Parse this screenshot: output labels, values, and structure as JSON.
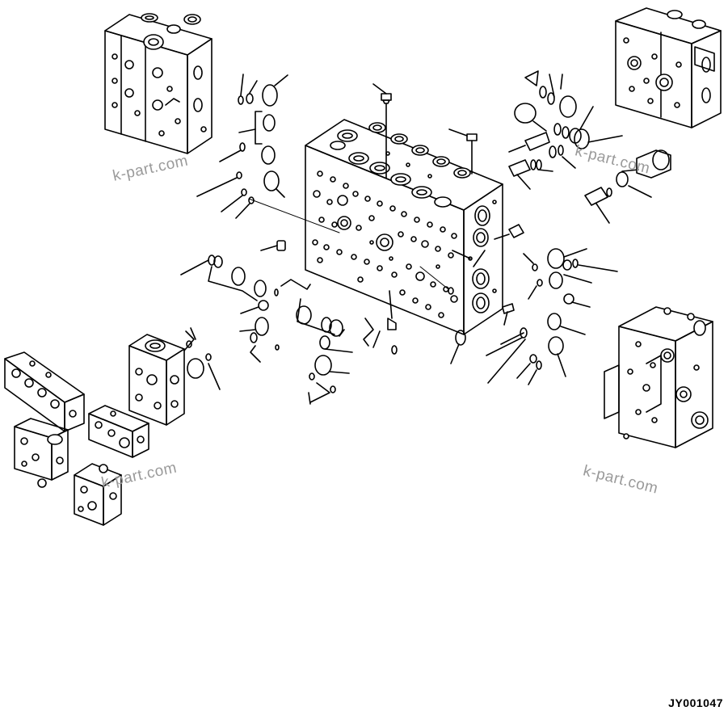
{
  "watermarks": [
    "k-part.com",
    "k-part.com",
    "k-part.com",
    "k-part.com"
  ],
  "drawing_code": "JY001047"
}
